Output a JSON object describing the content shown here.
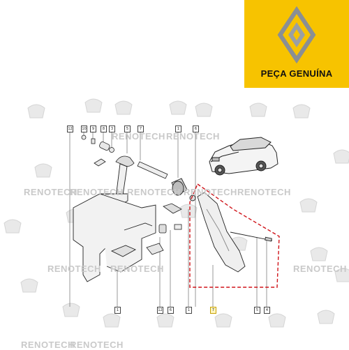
{
  "brand": {
    "badge_text": "PEÇA GENUÍNA",
    "badge_color": "#f7c300",
    "logo": "renault-diamond-logo"
  },
  "watermark": {
    "text": "RENOTECH",
    "icon": "renault-badge-icon"
  },
  "callouts": {
    "top": [
      "12",
      "10",
      "9",
      "8",
      "3",
      "5",
      "7",
      "1",
      "6"
    ],
    "bottom": [
      "1",
      "12",
      "6",
      "1",
      "7",
      "5",
      "4"
    ]
  },
  "highlight": {
    "color": "#d0141a",
    "part": "accelerator-pedal"
  }
}
